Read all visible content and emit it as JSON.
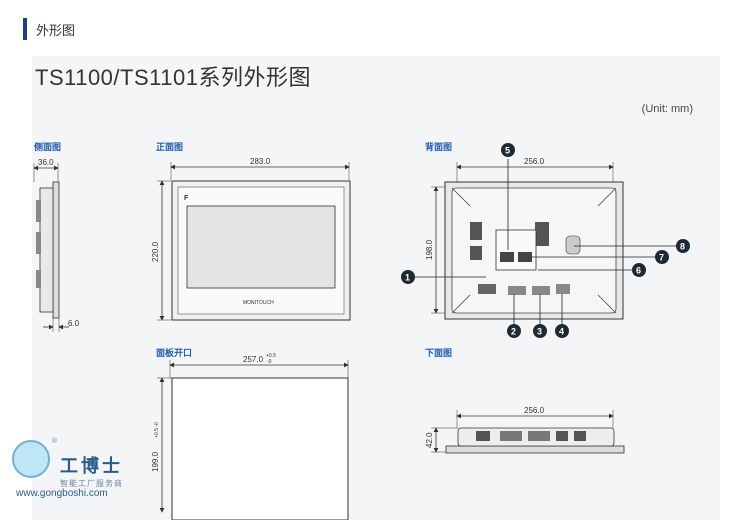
{
  "header": {
    "section_tag": "外形图"
  },
  "main": {
    "title": "TS1100/TS1101系列外形图",
    "unit_note": "(Unit: mm)"
  },
  "views": {
    "side": {
      "label": "侧面图",
      "width": "36.0",
      "depth": "6.0"
    },
    "front": {
      "label": "正面图",
      "width": "283.0",
      "height": "220.0",
      "brand": "MONITOUCH"
    },
    "back": {
      "label": "背面图",
      "width": "256.0",
      "height": "198.0"
    },
    "cutout": {
      "label": "面板开口",
      "width": "257.0",
      "width_tol_plus": "+0.5",
      "width_tol_minus": "-0",
      "height": "199.0",
      "height_tol": "+0.5 -0"
    },
    "bottom": {
      "label": "下面图",
      "width": "256.0",
      "height": "42.0"
    }
  },
  "callouts": [
    "1",
    "2",
    "3",
    "4",
    "5",
    "6",
    "7",
    "8"
  ],
  "watermark": {
    "title": "工博士",
    "subtitle": "智能工厂服务商",
    "url": "www.gongboshi.com",
    "reg": "®"
  },
  "colors": {
    "accent": "#1d3f91",
    "label": "#1d5db4",
    "callout": "#1e2a33"
  }
}
